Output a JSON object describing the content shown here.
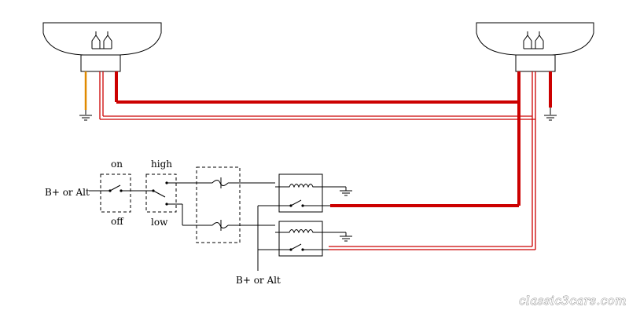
{
  "labels": {
    "switch1_top": "on",
    "switch1_bottom": "off",
    "switch2_top": "high",
    "switch2_bottom": "low",
    "input_left": "B+ or Alt",
    "input_bottom": "B+ or Alt"
  },
  "watermark": "classic3cars.com",
  "colors": {
    "wire_high": "#cc0000",
    "wire_low": "#cc0000",
    "wire_orange": "#e08a00",
    "line": "#000000"
  }
}
